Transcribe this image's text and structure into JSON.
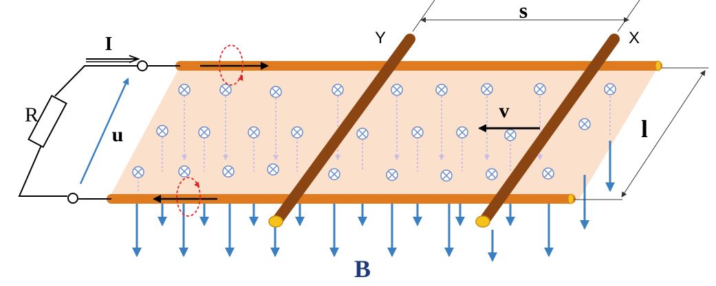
{
  "labels": {
    "current": "I",
    "resistor": "R",
    "voltage": "u",
    "rail_length": "l",
    "spacing": "s",
    "velocity": "v",
    "field": "B",
    "rod_y": "Y",
    "rod_x": "X"
  },
  "colors": {
    "rail": "#e07a1f",
    "rail_end": "#f5c21a",
    "rod": "#8b4513",
    "rod_end": "#f5c21a",
    "field_arrow": "#3a7fc1",
    "field_plane": "#fbe0cc",
    "field_dots": "#b8a7d8",
    "current_loop": "#e32222",
    "voltage_arrow": "#3a7fc1",
    "ink": "#000000",
    "field_label": "#1f3c78"
  },
  "icons": [
    "x-in-circle-field-icon",
    "red-current-loop-icon"
  ]
}
